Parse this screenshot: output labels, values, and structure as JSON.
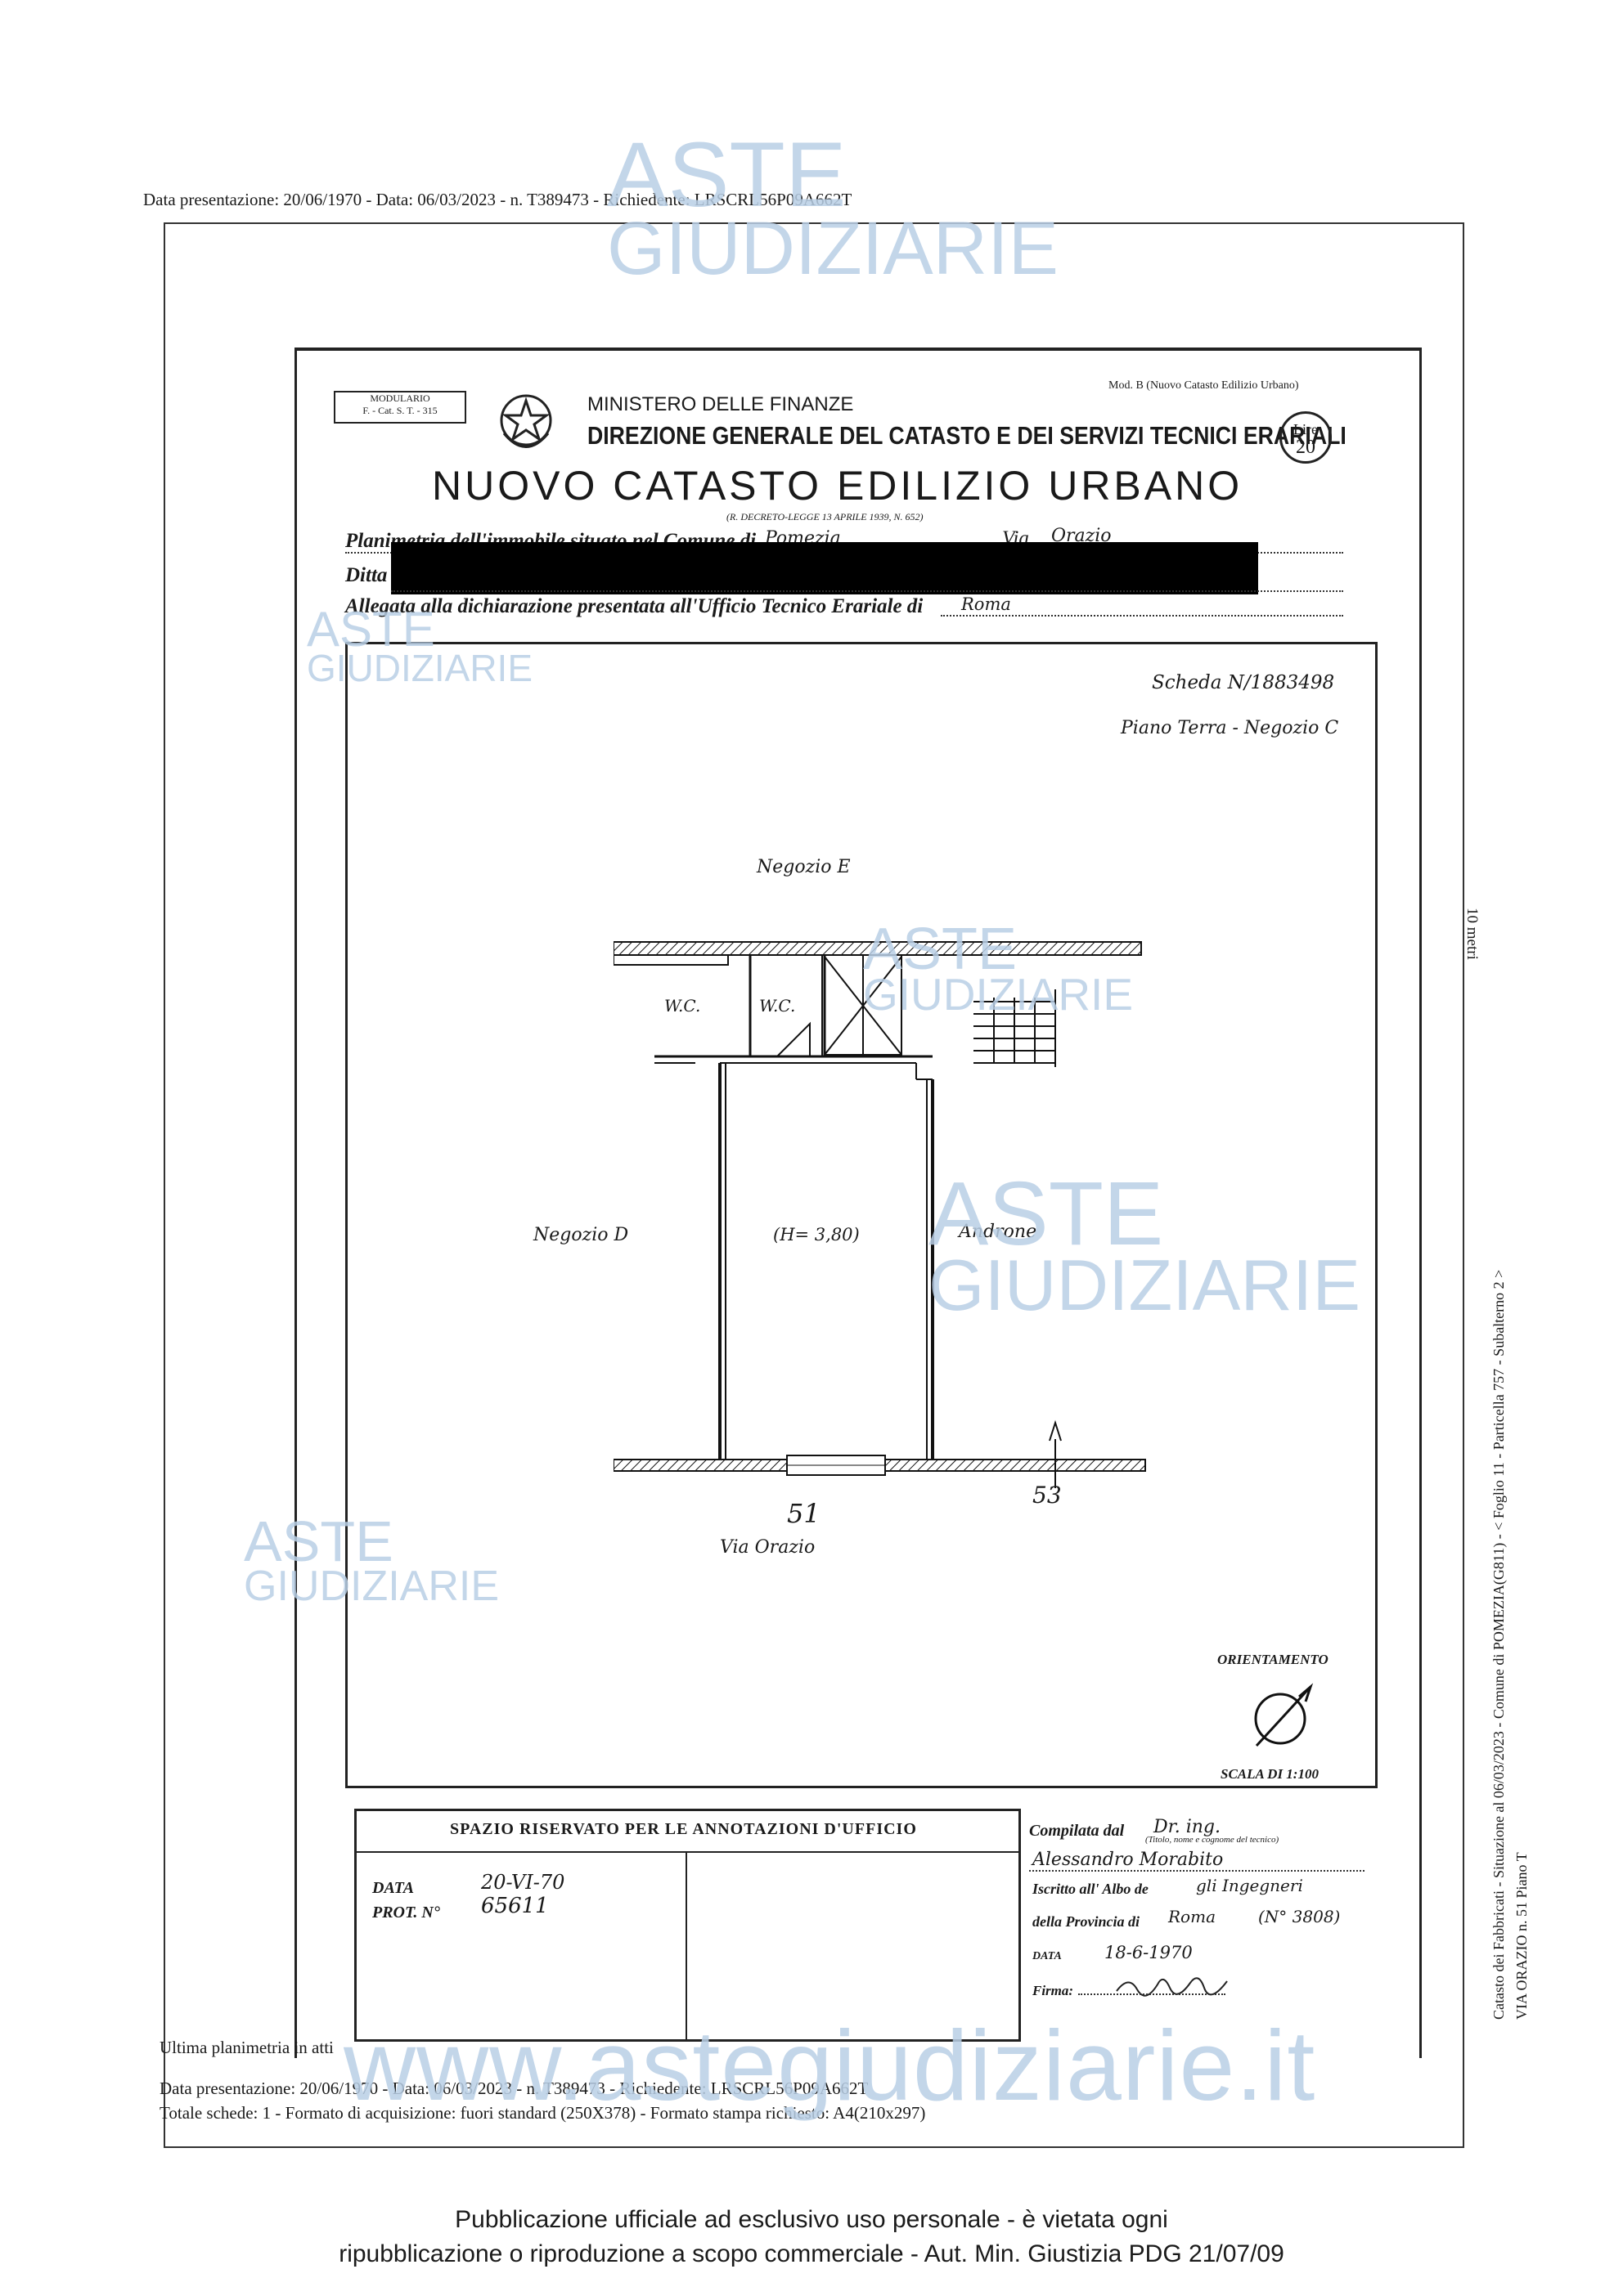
{
  "top_meta": "Data presentazione: 20/06/1970 - Data: 06/03/2023 - n. T389473 - Richiedente: LRSCRL56P09A662T",
  "watermark": {
    "line1": "ASTE",
    "line2": "GIUDIZIARIE",
    "site": "www.astegiudiziarie.it"
  },
  "form": {
    "modulario": "MODULARIO",
    "modulario_code": "F. - Cat. S. T. - 315",
    "mod": "Mod. B (Nuovo Catasto Edilizio Urbano)",
    "ministero": "MINISTERO DELLE FINANZE",
    "direzione": "DIREZIONE GENERALE DEL CATASTO E DEI SERVIZI TECNICI ERARIALI",
    "title": "NUOVO CATASTO EDILIZIO URBANO",
    "decreto": "(R. DECRETO-LEGGE 13 APRILE 1939, N. 652)",
    "lire_label": "Lire",
    "lire_value": "20",
    "planimetria_label": "Planimetria dell'immobile situato nel Comune di",
    "comune": "Pomezia",
    "via_label": "Via",
    "via": "Orazio",
    "ditta_label": "Ditta",
    "allegata_label": "Allegata alla dichiarazione presentata all'Ufficio Tecnico Erariale di",
    "ufficio": "Roma"
  },
  "plan": {
    "scheda": "Scheda N/1883498",
    "piano": "Piano Terra - Negozio C",
    "negozio_e": "Negozio E",
    "negozio_d": "Negozio D",
    "wc1": "W.C.",
    "wc2": "W.C.",
    "height": "(H= 3,80)",
    "androne": "Androne",
    "via_orazio": "Via Orazio",
    "num_51": "51",
    "num_53": "53",
    "orientamento": "ORIENTAMENTO",
    "scala": "SCALA DI 1:100"
  },
  "office": {
    "title": "SPAZIO RISERVATO PER LE ANNOTAZIONI D'UFFICIO",
    "data_label": "DATA",
    "data_value": "20-VI-70",
    "prot_label": "PROT. N°",
    "prot_value": "65611"
  },
  "compiler": {
    "compilata_label": "Compilata dal",
    "title_value": "Dr. ing.",
    "title_note": "(Titolo, nome e cognome del tecnico)",
    "name": "Alessandro Morabito",
    "iscritto_label": "Iscritto all' Albo de",
    "albo": "gli Ingegneri",
    "provincia_label": "della Provincia di",
    "provincia": "Roma",
    "iscrizione": "(N° 3808)",
    "data_label": "DATA",
    "data_value": "18-6-1970",
    "firma_label": "Firma:"
  },
  "side_text": {
    "scale": "10 metri",
    "line1": "Catasto dei Fabbricati - Situazione al 06/03/2023 - Comune di POMEZIA(G811) - < Foglio 11 - Particella 757 - Subalterno 2 >",
    "line2": "VIA ORAZIO n. 51 Piano T"
  },
  "bottom": {
    "ultima": "Ultima planimetria in atti",
    "meta1": "Data presentazione: 20/06/1970 - Data: 06/03/2023 - n. T389473 - Richiedente: LRSCRL56P09A662T",
    "meta2": "Totale schede: 1 - Formato di acquisizione: fuori standard (250X378) - Formato stampa richiesto: A4(210x297)"
  },
  "footer": {
    "line1": "Pubblicazione ufficiale ad esclusivo uso personale - è vietata ogni",
    "line2": "ripubblicazione o riproduzione a scopo commerciale - Aut. Min. Giustizia PDG 21/07/09"
  }
}
